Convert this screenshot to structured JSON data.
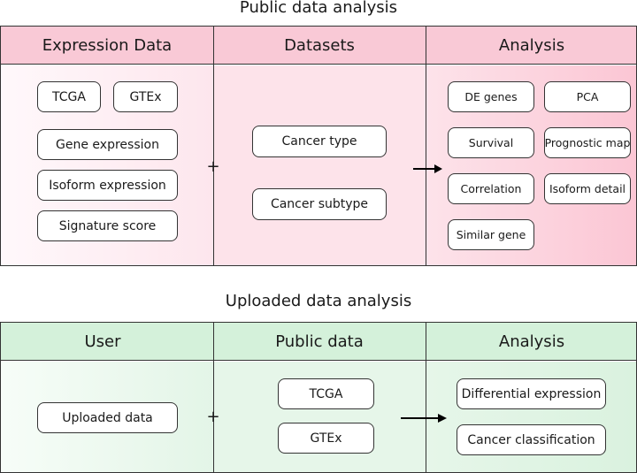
{
  "public_section": {
    "title": "Public data analysis",
    "headers": [
      "Expression Data",
      "Datasets",
      "Analysis"
    ],
    "expression_data": [
      "TCGA",
      "GTEx",
      "Gene expression",
      "Isoform expression",
      "Signature score"
    ],
    "datasets": [
      "Cancer type",
      "Cancer subtype"
    ],
    "analysis": [
      "DE genes",
      "PCA",
      "Survival",
      "Prognostic map",
      "Correlation",
      "Isoform detail",
      "Similar gene"
    ],
    "plus": "+",
    "colors": {
      "panel_bg": "#fde3ea",
      "header_bg": "#f9c9d6",
      "left_grad_start": "#fff7fa",
      "right_grad_end": "#fbc3d2"
    }
  },
  "uploaded_section": {
    "title": "Uploaded data analysis",
    "headers": [
      "User",
      "Public data",
      "Analysis"
    ],
    "user": [
      "Uploaded data"
    ],
    "public_data": [
      "TCGA",
      "GTEx"
    ],
    "analysis": [
      "Differential expression",
      "Cancer classification"
    ],
    "plus": "+",
    "colors": {
      "panel_bg": "#e6f6e9",
      "header_bg": "#d2f0d9",
      "left_grad_start": "#f6fcf7"
    }
  }
}
